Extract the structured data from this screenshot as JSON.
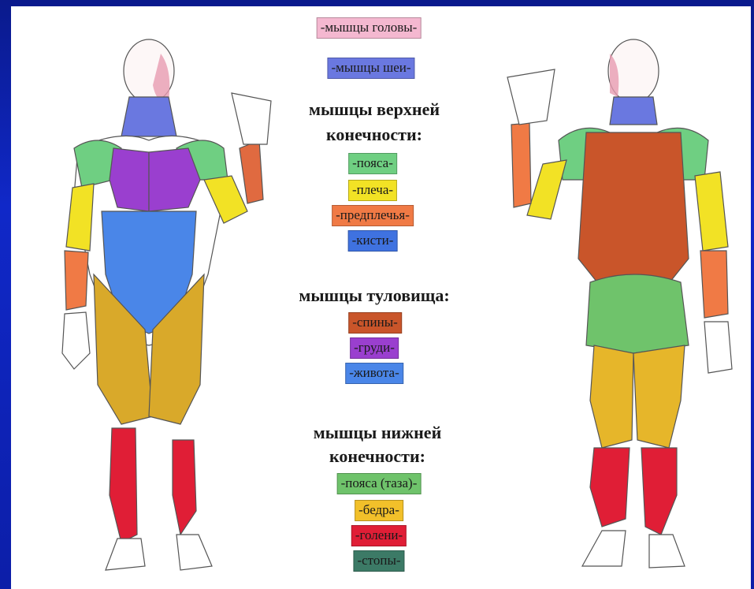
{
  "labels": {
    "head": "-мышцы головы-",
    "neck": "-мышцы шеи-",
    "upper_heading_1": "мышцы верхней",
    "upper_heading_2": "конечности:",
    "upper": [
      "-пояса-",
      "-плеча-",
      "-предплечья-",
      "-кисти-"
    ],
    "trunk_heading": "мышцы туловища:",
    "trunk": [
      "-спины-",
      "-груди-",
      "-живота-"
    ],
    "lower_heading_1": "мышцы нижней",
    "lower_heading_2": "конечности:",
    "lower": [
      "-пояса (таза)-",
      "-бедра-",
      "-голени-",
      "-стопы-"
    ]
  },
  "colors": {
    "head": "#f4b8d0",
    "neck": "#6a78e0",
    "girdle": "#6fcf82",
    "shoulder": "#f2e225",
    "forearm": "#f07a45",
    "hand": "#3f72e0",
    "back": "#c9552a",
    "chest": "#9a3fcf",
    "abdomen": "#4a86e8",
    "pelvis": "#6fc36b",
    "thigh": "#f2c02a",
    "shin": "#e01e36",
    "foot": "#3c7a66",
    "background": "#1028c8"
  }
}
